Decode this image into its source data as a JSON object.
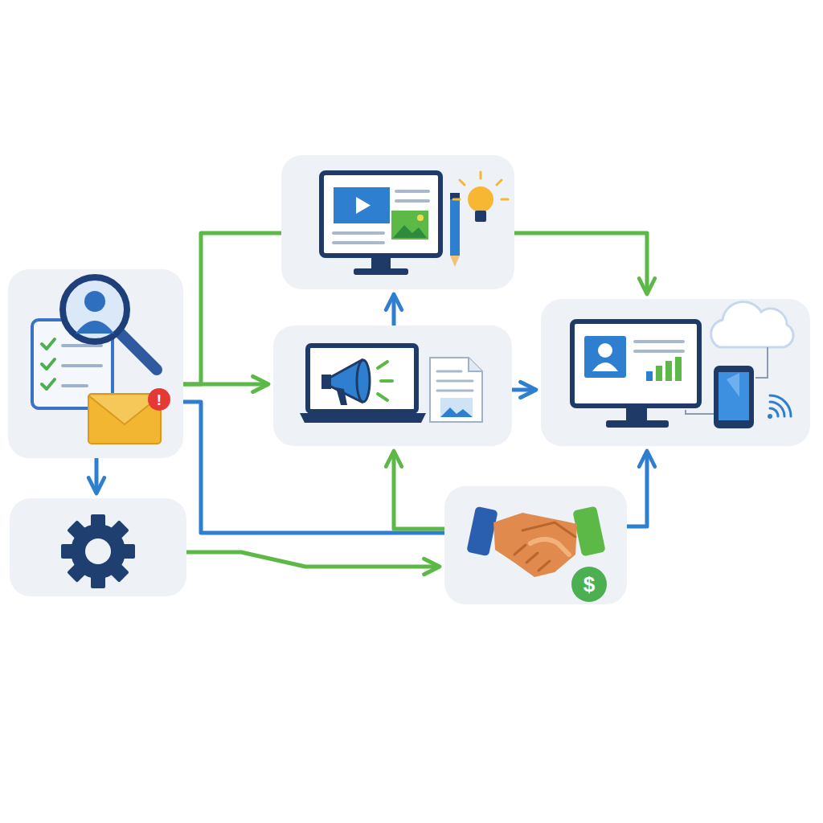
{
  "diagram": {
    "nodes": [
      {
        "text": []
      },
      {
        "text": []
      },
      {
        "text": []
      },
      {
        "text": []
      },
      {
        "text": []
      },
      {
        "text": []
      }
    ],
    "edges": [
      {
        "from": 0,
        "to": 2,
        "arrow": "to"
      },
      {
        "from": 0,
        "to": 1,
        "arrow": "none"
      },
      {
        "from": 0,
        "to": 4,
        "arrow": "to"
      },
      {
        "from": 0,
        "to": 5,
        "arrow": "none"
      },
      {
        "from": 2,
        "to": 1,
        "arrow": "to"
      },
      {
        "from": 1,
        "to": 3,
        "arrow": "to"
      },
      {
        "from": 2,
        "to": 3,
        "arrow": "to"
      },
      {
        "from": 4,
        "to": 5,
        "arrow": "to"
      },
      {
        "from": 5,
        "to": 2,
        "arrow": "to"
      },
      {
        "from": 5,
        "to": 3,
        "arrow": "to"
      }
    ],
    "labels": [
      "!",
      "$"
    ]
  }
}
